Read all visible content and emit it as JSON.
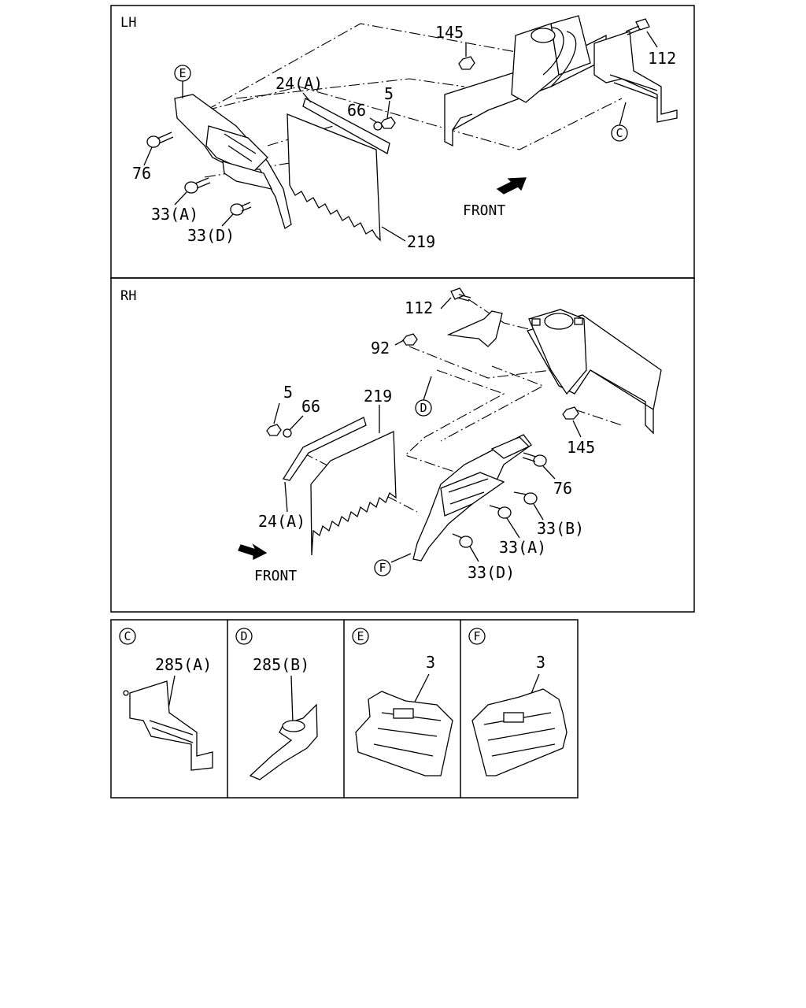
{
  "panels": {
    "lh": {
      "title": "LH"
    },
    "rh": {
      "title": "RH"
    }
  },
  "lh_labels": {
    "p145": "145",
    "p112": "112",
    "p24a": "24(A)",
    "p66": "66",
    "p5": "5",
    "p76": "76",
    "p33a": "33(A)",
    "p33d": "33(D)",
    "p219": "219",
    "front": "FRONT",
    "ref_e": "E",
    "ref_c": "C"
  },
  "rh_labels": {
    "p112": "112",
    "p92": "92",
    "p5": "5",
    "p66": "66",
    "p219": "219",
    "p145": "145",
    "p76": "76",
    "p33b": "33(B)",
    "p33a": "33(A)",
    "p33d": "33(D)",
    "p24a": "24(A)",
    "front": "FRONT",
    "ref_d": "D",
    "ref_f": "F"
  },
  "details": [
    {
      "ref": "C",
      "part": "285(A)"
    },
    {
      "ref": "D",
      "part": "285(B)"
    },
    {
      "ref": "E",
      "part": "3"
    },
    {
      "ref": "F",
      "part": "3"
    }
  ]
}
